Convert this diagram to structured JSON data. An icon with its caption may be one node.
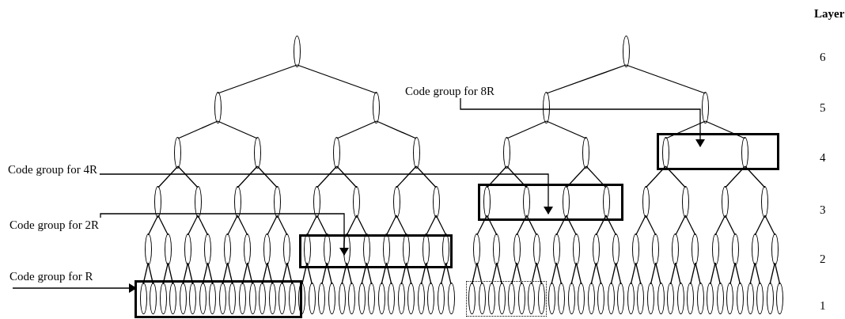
{
  "diagram": {
    "nodes": [
      {
        "text": [
          "Code group for 8R"
        ]
      },
      {
        "text": [],
        "shape": "box"
      },
      {
        "text": [
          "Code group for 4R"
        ]
      },
      {
        "text": [],
        "shape": "box"
      },
      {
        "text": [
          "Code group for 2R"
        ]
      },
      {
        "text": [],
        "shape": "box"
      },
      {
        "text": [
          "Code group for R"
        ]
      },
      {
        "text": [],
        "shape": "box"
      },
      {
        "text": [],
        "shape": "box"
      },
      {
        "text": [],
        "shape": "ellipse"
      },
      {
        "text": [],
        "shape": "ellipse"
      },
      {
        "text": [],
        "shape": "ellipse"
      },
      {
        "text": [],
        "shape": "ellipse"
      },
      {
        "text": [],
        "shape": "ellipse"
      },
      {
        "text": [],
        "shape": "ellipse"
      },
      {
        "text": [],
        "shape": "ellipse"
      },
      {
        "text": [],
        "shape": "ellipse"
      },
      {
        "text": [],
        "shape": "ellipse"
      },
      {
        "text": [],
        "shape": "ellipse"
      },
      {
        "text": [],
        "shape": "ellipse"
      },
      {
        "text": [],
        "shape": "ellipse"
      },
      {
        "text": [],
        "shape": "ellipse",
        "in": 1
      },
      {
        "text": [],
        "shape": "ellipse",
        "in": 1
      },
      {
        "text": [],
        "shape": "ellipse"
      },
      {
        "text": [],
        "shape": "ellipse"
      },
      {
        "text": [],
        "shape": "ellipse"
      },
      {
        "text": [],
        "shape": "ellipse"
      },
      {
        "text": [],
        "shape": "ellipse"
      },
      {
        "text": [],
        "shape": "ellipse"
      },
      {
        "text": [],
        "shape": "ellipse"
      },
      {
        "text": [],
        "shape": "ellipse"
      },
      {
        "text": [],
        "shape": "ellipse",
        "in": 3
      },
      {
        "text": [],
        "shape": "ellipse",
        "in": 3
      },
      {
        "text": [],
        "shape": "ellipse",
        "in": 3
      },
      {
        "text": [],
        "shape": "ellipse",
        "in": 3
      },
      {
        "text": [],
        "shape": "ellipse"
      },
      {
        "text": [],
        "shape": "ellipse"
      },
      {
        "text": [],
        "shape": "ellipse"
      },
      {
        "text": [],
        "shape": "ellipse"
      },
      {
        "text": [],
        "shape": "ellipse"
      },
      {
        "text": [],
        "shape": "ellipse"
      },
      {
        "text": [],
        "shape": "ellipse"
      },
      {
        "text": [],
        "shape": "ellipse"
      },
      {
        "text": [],
        "shape": "ellipse"
      },
      {
        "text": [],
        "shape": "ellipse"
      },
      {
        "text": [],
        "shape": "ellipse"
      },
      {
        "text": [],
        "shape": "ellipse"
      },
      {
        "text": [],
        "shape": "ellipse",
        "in": 5
      },
      {
        "text": [],
        "shape": "ellipse",
        "in": 5
      },
      {
        "text": [],
        "shape": "ellipse",
        "in": 5
      },
      {
        "text": [],
        "shape": "ellipse",
        "in": 5
      },
      {
        "text": [],
        "shape": "ellipse",
        "in": 5
      },
      {
        "text": [],
        "shape": "ellipse",
        "in": 5
      },
      {
        "text": [],
        "shape": "ellipse",
        "in": 5
      },
      {
        "text": [],
        "shape": "ellipse",
        "in": 5
      },
      {
        "text": [],
        "shape": "ellipse"
      },
      {
        "text": [],
        "shape": "ellipse"
      },
      {
        "text": [],
        "shape": "ellipse"
      },
      {
        "text": [],
        "shape": "ellipse"
      },
      {
        "text": [],
        "shape": "ellipse"
      },
      {
        "text": [],
        "shape": "ellipse"
      },
      {
        "text": [],
        "shape": "ellipse"
      },
      {
        "text": [],
        "shape": "ellipse"
      },
      {
        "text": [],
        "shape": "ellipse"
      },
      {
        "text": [],
        "shape": "ellipse"
      },
      {
        "text": [],
        "shape": "ellipse"
      },
      {
        "text": [],
        "shape": "ellipse"
      },
      {
        "text": [],
        "shape": "ellipse"
      },
      {
        "text": [],
        "shape": "ellipse"
      },
      {
        "text": [],
        "shape": "ellipse"
      },
      {
        "text": [],
        "shape": "ellipse"
      },
      {
        "text": [],
        "shape": "ellipse",
        "in": 7
      },
      {
        "text": [],
        "shape": "ellipse",
        "in": 7
      },
      {
        "text": [],
        "shape": "ellipse",
        "in": 7
      },
      {
        "text": [],
        "shape": "ellipse",
        "in": 7
      },
      {
        "text": [],
        "shape": "ellipse",
        "in": 7
      },
      {
        "text": [],
        "shape": "ellipse",
        "in": 7
      },
      {
        "text": [],
        "shape": "ellipse",
        "in": 7
      },
      {
        "text": [],
        "shape": "ellipse",
        "in": 7
      },
      {
        "text": [],
        "shape": "ellipse",
        "in": 7
      },
      {
        "text": [],
        "shape": "ellipse",
        "in": 7
      },
      {
        "text": [],
        "shape": "ellipse",
        "in": 7
      },
      {
        "text": [],
        "shape": "ellipse",
        "in": 7
      },
      {
        "text": [],
        "shape": "ellipse",
        "in": 7
      },
      {
        "text": [],
        "shape": "ellipse",
        "in": 7
      },
      {
        "text": [],
        "shape": "ellipse",
        "in": 7
      },
      {
        "text": [],
        "shape": "ellipse",
        "in": 7
      },
      {
        "text": [],
        "shape": "ellipse"
      },
      {
        "text": [],
        "shape": "ellipse"
      },
      {
        "text": [],
        "shape": "ellipse"
      },
      {
        "text": [],
        "shape": "ellipse"
      },
      {
        "text": [],
        "shape": "ellipse"
      },
      {
        "text": [],
        "shape": "ellipse"
      },
      {
        "text": [],
        "shape": "ellipse"
      },
      {
        "text": [],
        "shape": "ellipse"
      },
      {
        "text": [],
        "shape": "ellipse"
      },
      {
        "text": [],
        "shape": "ellipse"
      },
      {
        "text": [],
        "shape": "ellipse"
      },
      {
        "text": [],
        "shape": "ellipse"
      },
      {
        "text": [],
        "shape": "ellipse"
      },
      {
        "text": [],
        "shape": "ellipse"
      },
      {
        "text": [],
        "shape": "ellipse"
      },
      {
        "text": [],
        "shape": "ellipse"
      },
      {
        "text": [],
        "shape": "ellipse",
        "in": 8
      },
      {
        "text": [],
        "shape": "ellipse",
        "in": 8
      },
      {
        "text": [],
        "shape": "ellipse",
        "in": 8
      },
      {
        "text": [],
        "shape": "ellipse",
        "in": 8
      },
      {
        "text": [],
        "shape": "ellipse",
        "in": 8
      },
      {
        "text": [],
        "shape": "ellipse",
        "in": 8
      },
      {
        "text": [],
        "shape": "ellipse",
        "in": 8
      },
      {
        "text": [],
        "shape": "ellipse",
        "in": 8
      },
      {
        "text": [],
        "shape": "ellipse"
      },
      {
        "text": [],
        "shape": "ellipse"
      },
      {
        "text": [],
        "shape": "ellipse"
      },
      {
        "text": [],
        "shape": "ellipse"
      },
      {
        "text": [],
        "shape": "ellipse"
      },
      {
        "text": [],
        "shape": "ellipse"
      },
      {
        "text": [],
        "shape": "ellipse"
      },
      {
        "text": [],
        "shape": "ellipse"
      },
      {
        "text": [],
        "shape": "ellipse"
      },
      {
        "text": [],
        "shape": "ellipse"
      },
      {
        "text": [],
        "shape": "ellipse"
      },
      {
        "text": [],
        "shape": "ellipse"
      },
      {
        "text": [],
        "shape": "ellipse"
      },
      {
        "text": [],
        "shape": "ellipse"
      },
      {
        "text": [],
        "shape": "ellipse"
      },
      {
        "text": [],
        "shape": "ellipse"
      },
      {
        "text": [],
        "shape": "ellipse"
      },
      {
        "text": [],
        "shape": "ellipse"
      },
      {
        "text": [],
        "shape": "ellipse"
      },
      {
        "text": [],
        "shape": "ellipse"
      },
      {
        "text": [],
        "shape": "ellipse"
      },
      {
        "text": [],
        "shape": "ellipse"
      },
      {
        "text": [],
        "shape": "ellipse"
      },
      {
        "text": [],
        "shape": "ellipse"
      }
    ],
    "edges": [
      {
        "from": 0,
        "to": 1,
        "arrow": "to"
      },
      {
        "from": 2,
        "to": 3,
        "arrow": "to"
      },
      {
        "from": 4,
        "to": 5,
        "arrow": "to"
      },
      {
        "from": 6,
        "to": 7,
        "arrow": "to"
      },
      {
        "from": 9,
        "to": 11,
        "arrow": "none"
      },
      {
        "from": 9,
        "to": 12,
        "arrow": "none"
      },
      {
        "from": 10,
        "to": 13,
        "arrow": "none"
      },
      {
        "from": 10,
        "to": 14,
        "arrow": "none"
      },
      {
        "from": 11,
        "to": 15,
        "arrow": "none"
      },
      {
        "from": 11,
        "to": 16,
        "arrow": "none"
      },
      {
        "from": 12,
        "to": 17,
        "arrow": "none"
      },
      {
        "from": 12,
        "to": 18,
        "arrow": "none"
      },
      {
        "from": 13,
        "to": 19,
        "arrow": "none"
      },
      {
        "from": 13,
        "to": 20,
        "arrow": "none"
      },
      {
        "from": 14,
        "to": 21,
        "arrow": "none"
      },
      {
        "from": 14,
        "to": 22,
        "arrow": "none"
      },
      {
        "from": 15,
        "to": 23,
        "arrow": "none"
      },
      {
        "from": 15,
        "to": 24,
        "arrow": "none"
      },
      {
        "from": 16,
        "to": 25,
        "arrow": "none"
      },
      {
        "from": 16,
        "to": 26,
        "arrow": "none"
      },
      {
        "from": 17,
        "to": 27,
        "arrow": "none"
      },
      {
        "from": 17,
        "to": 28,
        "arrow": "none"
      },
      {
        "from": 18,
        "to": 29,
        "arrow": "none"
      },
      {
        "from": 18,
        "to": 30,
        "arrow": "none"
      },
      {
        "from": 19,
        "to": 31,
        "arrow": "none"
      },
      {
        "from": 19,
        "to": 32,
        "arrow": "none"
      },
      {
        "from": 20,
        "to": 33,
        "arrow": "none"
      },
      {
        "from": 20,
        "to": 34,
        "arrow": "none"
      },
      {
        "from": 21,
        "to": 35,
        "arrow": "none"
      },
      {
        "from": 21,
        "to": 36,
        "arrow": "none"
      },
      {
        "from": 22,
        "to": 37,
        "arrow": "none"
      },
      {
        "from": 22,
        "to": 38,
        "arrow": "none"
      },
      {
        "from": 23,
        "to": 39,
        "arrow": "none"
      },
      {
        "from": 23,
        "to": 40,
        "arrow": "none"
      },
      {
        "from": 24,
        "to": 41,
        "arrow": "none"
      },
      {
        "from": 24,
        "to": 42,
        "arrow": "none"
      },
      {
        "from": 25,
        "to": 43,
        "arrow": "none"
      },
      {
        "from": 25,
        "to": 44,
        "arrow": "none"
      },
      {
        "from": 26,
        "to": 45,
        "arrow": "none"
      },
      {
        "from": 26,
        "to": 46,
        "arrow": "none"
      },
      {
        "from": 27,
        "to": 47,
        "arrow": "none"
      },
      {
        "from": 27,
        "to": 48,
        "arrow": "none"
      },
      {
        "from": 28,
        "to": 49,
        "arrow": "none"
      },
      {
        "from": 28,
        "to": 50,
        "arrow": "none"
      },
      {
        "from": 29,
        "to": 51,
        "arrow": "none"
      },
      {
        "from": 29,
        "to": 52,
        "arrow": "none"
      },
      {
        "from": 30,
        "to": 53,
        "arrow": "none"
      },
      {
        "from": 30,
        "to": 54,
        "arrow": "none"
      },
      {
        "from": 31,
        "to": 55,
        "arrow": "none"
      },
      {
        "from": 31,
        "to": 56,
        "arrow": "none"
      },
      {
        "from": 32,
        "to": 57,
        "arrow": "none"
      },
      {
        "from": 32,
        "to": 58,
        "arrow": "none"
      },
      {
        "from": 33,
        "to": 59,
        "arrow": "none"
      },
      {
        "from": 33,
        "to": 60,
        "arrow": "none"
      },
      {
        "from": 34,
        "to": 61,
        "arrow": "none"
      },
      {
        "from": 34,
        "to": 62,
        "arrow": "none"
      },
      {
        "from": 35,
        "to": 63,
        "arrow": "none"
      },
      {
        "from": 35,
        "to": 64,
        "arrow": "none"
      },
      {
        "from": 36,
        "to": 65,
        "arrow": "none"
      },
      {
        "from": 36,
        "to": 66,
        "arrow": "none"
      },
      {
        "from": 37,
        "to": 67,
        "arrow": "none"
      },
      {
        "from": 37,
        "to": 68,
        "arrow": "none"
      },
      {
        "from": 38,
        "to": 69,
        "arrow": "none"
      },
      {
        "from": 38,
        "to": 70,
        "arrow": "none"
      },
      {
        "from": 39,
        "to": 71,
        "arrow": "none"
      },
      {
        "from": 39,
        "to": 72,
        "arrow": "none"
      },
      {
        "from": 40,
        "to": 73,
        "arrow": "none"
      },
      {
        "from": 40,
        "to": 74,
        "arrow": "none"
      },
      {
        "from": 41,
        "to": 75,
        "arrow": "none"
      },
      {
        "from": 41,
        "to": 76,
        "arrow": "none"
      },
      {
        "from": 42,
        "to": 77,
        "arrow": "none"
      },
      {
        "from": 42,
        "to": 78,
        "arrow": "none"
      },
      {
        "from": 43,
        "to": 79,
        "arrow": "none"
      },
      {
        "from": 43,
        "to": 80,
        "arrow": "none"
      },
      {
        "from": 44,
        "to": 81,
        "arrow": "none"
      },
      {
        "from": 44,
        "to": 82,
        "arrow": "none"
      },
      {
        "from": 45,
        "to": 83,
        "arrow": "none"
      },
      {
        "from": 45,
        "to": 84,
        "arrow": "none"
      },
      {
        "from": 46,
        "to": 85,
        "arrow": "none"
      },
      {
        "from": 46,
        "to": 86,
        "arrow": "none"
      },
      {
        "from": 47,
        "to": 87,
        "arrow": "none"
      },
      {
        "from": 47,
        "to": 88,
        "arrow": "none"
      },
      {
        "from": 48,
        "to": 89,
        "arrow": "none"
      },
      {
        "from": 48,
        "to": 90,
        "arrow": "none"
      },
      {
        "from": 49,
        "to": 91,
        "arrow": "none"
      },
      {
        "from": 49,
        "to": 92,
        "arrow": "none"
      },
      {
        "from": 50,
        "to": 93,
        "arrow": "none"
      },
      {
        "from": 50,
        "to": 94,
        "arrow": "none"
      },
      {
        "from": 51,
        "to": 95,
        "arrow": "none"
      },
      {
        "from": 51,
        "to": 96,
        "arrow": "none"
      },
      {
        "from": 52,
        "to": 97,
        "arrow": "none"
      },
      {
        "from": 52,
        "to": 98,
        "arrow": "none"
      },
      {
        "from": 53,
        "to": 99,
        "arrow": "none"
      },
      {
        "from": 53,
        "to": 100,
        "arrow": "none"
      },
      {
        "from": 54,
        "to": 101,
        "arrow": "none"
      },
      {
        "from": 54,
        "to": 102,
        "arrow": "none"
      },
      {
        "from": 55,
        "to": 103,
        "arrow": "none"
      },
      {
        "from": 55,
        "to": 104,
        "arrow": "none"
      },
      {
        "from": 56,
        "to": 105,
        "arrow": "none"
      },
      {
        "from": 56,
        "to": 106,
        "arrow": "none"
      },
      {
        "from": 57,
        "to": 107,
        "arrow": "none"
      },
      {
        "from": 57,
        "to": 108,
        "arrow": "none"
      },
      {
        "from": 58,
        "to": 109,
        "arrow": "none"
      },
      {
        "from": 58,
        "to": 110,
        "arrow": "none"
      },
      {
        "from": 59,
        "to": 111,
        "arrow": "none"
      },
      {
        "from": 59,
        "to": 112,
        "arrow": "none"
      },
      {
        "from": 60,
        "to": 113,
        "arrow": "none"
      },
      {
        "from": 60,
        "to": 114,
        "arrow": "none"
      },
      {
        "from": 61,
        "to": 115,
        "arrow": "none"
      },
      {
        "from": 61,
        "to": 116,
        "arrow": "none"
      },
      {
        "from": 62,
        "to": 117,
        "arrow": "none"
      },
      {
        "from": 62,
        "to": 118,
        "arrow": "none"
      },
      {
        "from": 63,
        "to": 119,
        "arrow": "none"
      },
      {
        "from": 63,
        "to": 120,
        "arrow": "none"
      },
      {
        "from": 64,
        "to": 121,
        "arrow": "none"
      },
      {
        "from": 64,
        "to": 122,
        "arrow": "none"
      },
      {
        "from": 65,
        "to": 123,
        "arrow": "none"
      },
      {
        "from": 65,
        "to": 124,
        "arrow": "none"
      },
      {
        "from": 66,
        "to": 125,
        "arrow": "none"
      },
      {
        "from": 66,
        "to": 126,
        "arrow": "none"
      },
      {
        "from": 67,
        "to": 127,
        "arrow": "none"
      },
      {
        "from": 67,
        "to": 128,
        "arrow": "none"
      },
      {
        "from": 68,
        "to": 129,
        "arrow": "none"
      },
      {
        "from": 68,
        "to": 130,
        "arrow": "none"
      },
      {
        "from": 69,
        "to": 131,
        "arrow": "none"
      },
      {
        "from": 69,
        "to": 132,
        "arrow": "none"
      },
      {
        "from": 70,
        "to": 133,
        "arrow": "none"
      },
      {
        "from": 70,
        "to": 134,
        "arrow": "none"
      }
    ],
    "labels": [
      "Layer",
      "6",
      "5",
      "4",
      "3",
      "2",
      "1"
    ]
  }
}
